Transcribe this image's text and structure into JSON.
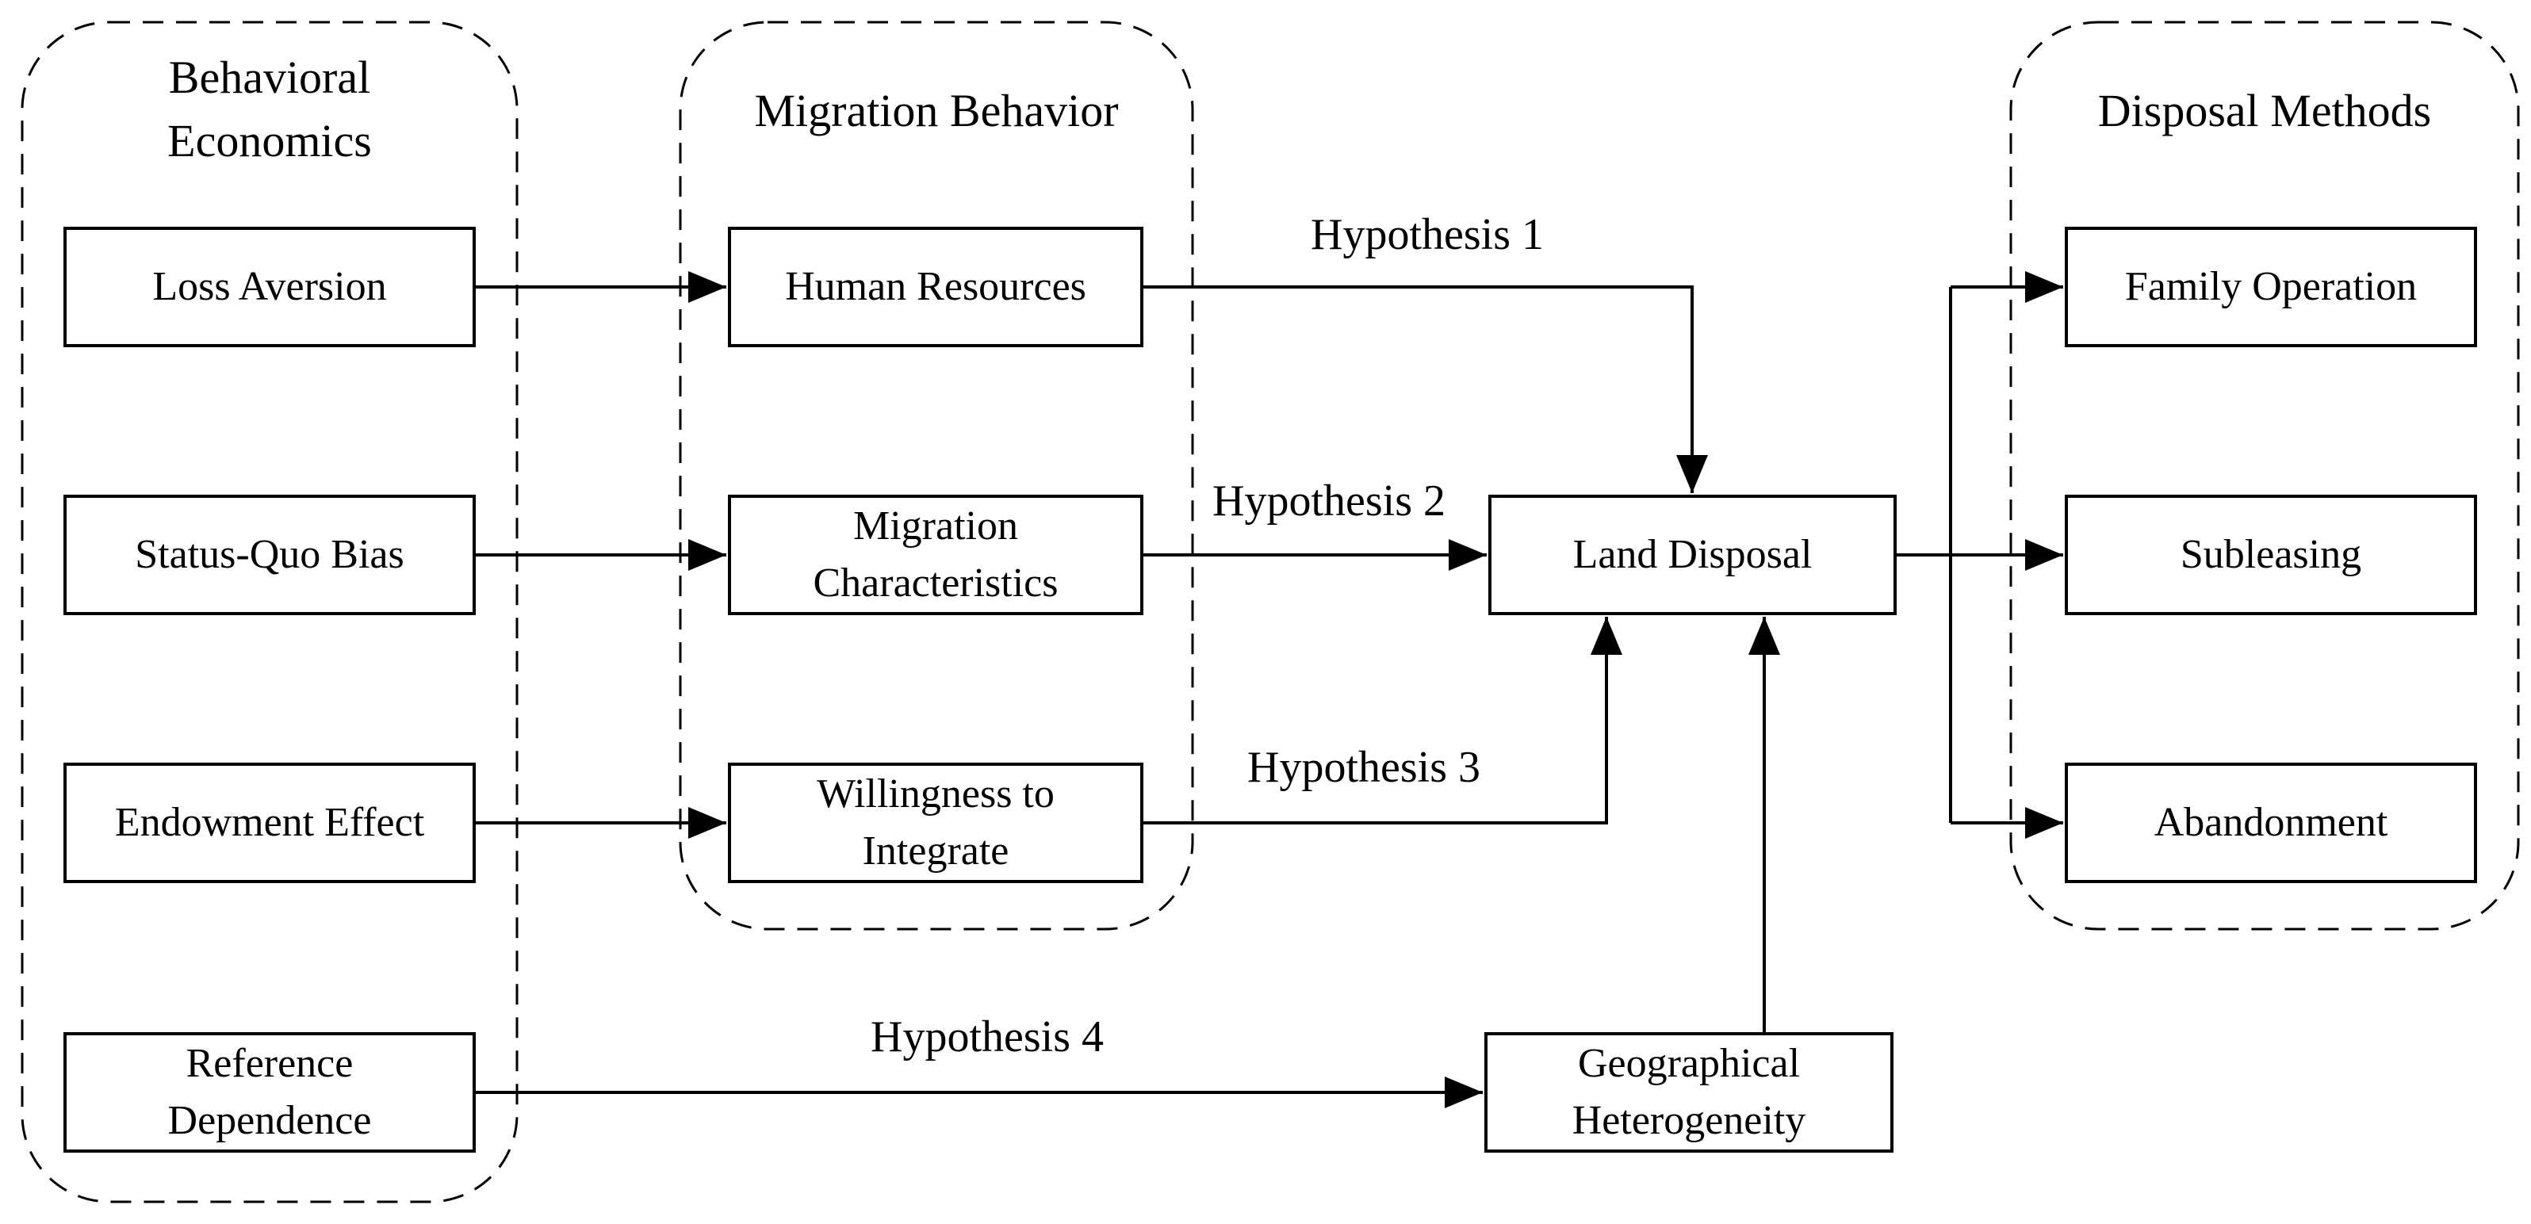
{
  "figure": {
    "background": "#ffffff",
    "line_color": "#000000",
    "text_color": "#000000",
    "groups": [
      {
        "title": "Behavioral\nEconomics"
      },
      {
        "title": "Migration Behavior"
      },
      {
        "title": "Disposal Methods"
      }
    ],
    "nodes": [
      {
        "label": "Loss Aversion"
      },
      {
        "label": "Status-Quo Bias"
      },
      {
        "label": "Endowment Effect"
      },
      {
        "label": "Reference\nDependence"
      },
      {
        "label": "Human Resources"
      },
      {
        "label": "Migration\nCharacteristics"
      },
      {
        "label": "Willingness to\nIntegrate"
      },
      {
        "label": "Land Disposal"
      },
      {
        "label": "Geographical\nHeterogeneity"
      },
      {
        "label": "Family Operation"
      },
      {
        "label": "Subleasing"
      },
      {
        "label": "Abandonment"
      }
    ],
    "edge_labels": [
      {
        "text": "Hypothesis 1"
      },
      {
        "text": "Hypothesis 2"
      },
      {
        "text": "Hypothesis 3"
      },
      {
        "text": "Hypothesis 4"
      }
    ],
    "edges": [
      {
        "from": "Loss Aversion",
        "to": "Human Resources"
      },
      {
        "from": "Status-Quo Bias",
        "to": "Migration Characteristics"
      },
      {
        "from": "Endowment Effect",
        "to": "Willingness to Integrate"
      },
      {
        "from": "Human Resources",
        "to": "Land Disposal",
        "label": "Hypothesis 1"
      },
      {
        "from": "Migration Characteristics",
        "to": "Land Disposal",
        "label": "Hypothesis 2"
      },
      {
        "from": "Willingness to Integrate",
        "to": "Land Disposal",
        "label": "Hypothesis 3"
      },
      {
        "from": "Reference Dependence",
        "to": "Geographical Heterogeneity",
        "label": "Hypothesis 4"
      },
      {
        "from": "Geographical Heterogeneity",
        "to": "Land Disposal"
      },
      {
        "from": "Land Disposal",
        "to": "Family Operation"
      },
      {
        "from": "Land Disposal",
        "to": "Subleasing"
      },
      {
        "from": "Land Disposal",
        "to": "Abandonment"
      }
    ]
  }
}
